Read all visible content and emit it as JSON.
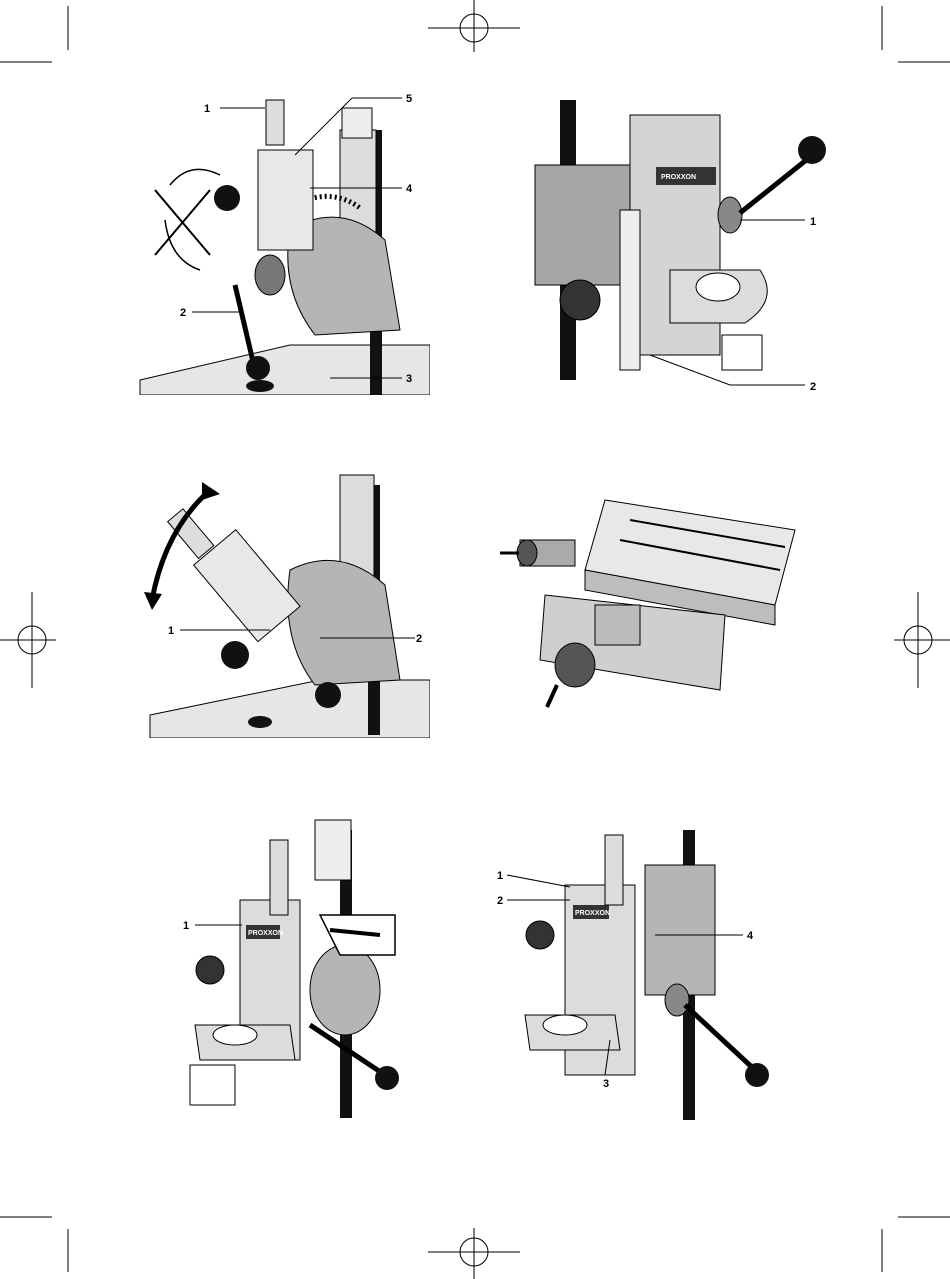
{
  "brand": "PROXXON",
  "colors": {
    "ink": "#000000",
    "metal_dark": "#9a9a9a",
    "metal_mid": "#b8b8b8",
    "metal_light": "#d8d8d8",
    "paper": "#ffffff"
  },
  "figures": [
    {
      "id": "fig1",
      "callouts": [
        "1",
        "5",
        "4",
        "2",
        "3"
      ]
    },
    {
      "id": "fig2",
      "callouts": [
        "1",
        "2"
      ]
    },
    {
      "id": "fig3",
      "callouts": [
        "1",
        "2"
      ]
    },
    {
      "id": "fig4",
      "callouts": []
    },
    {
      "id": "fig5",
      "callouts": [
        "1"
      ]
    },
    {
      "id": "fig6",
      "callouts": [
        "1",
        "2",
        "4",
        "3"
      ]
    }
  ]
}
